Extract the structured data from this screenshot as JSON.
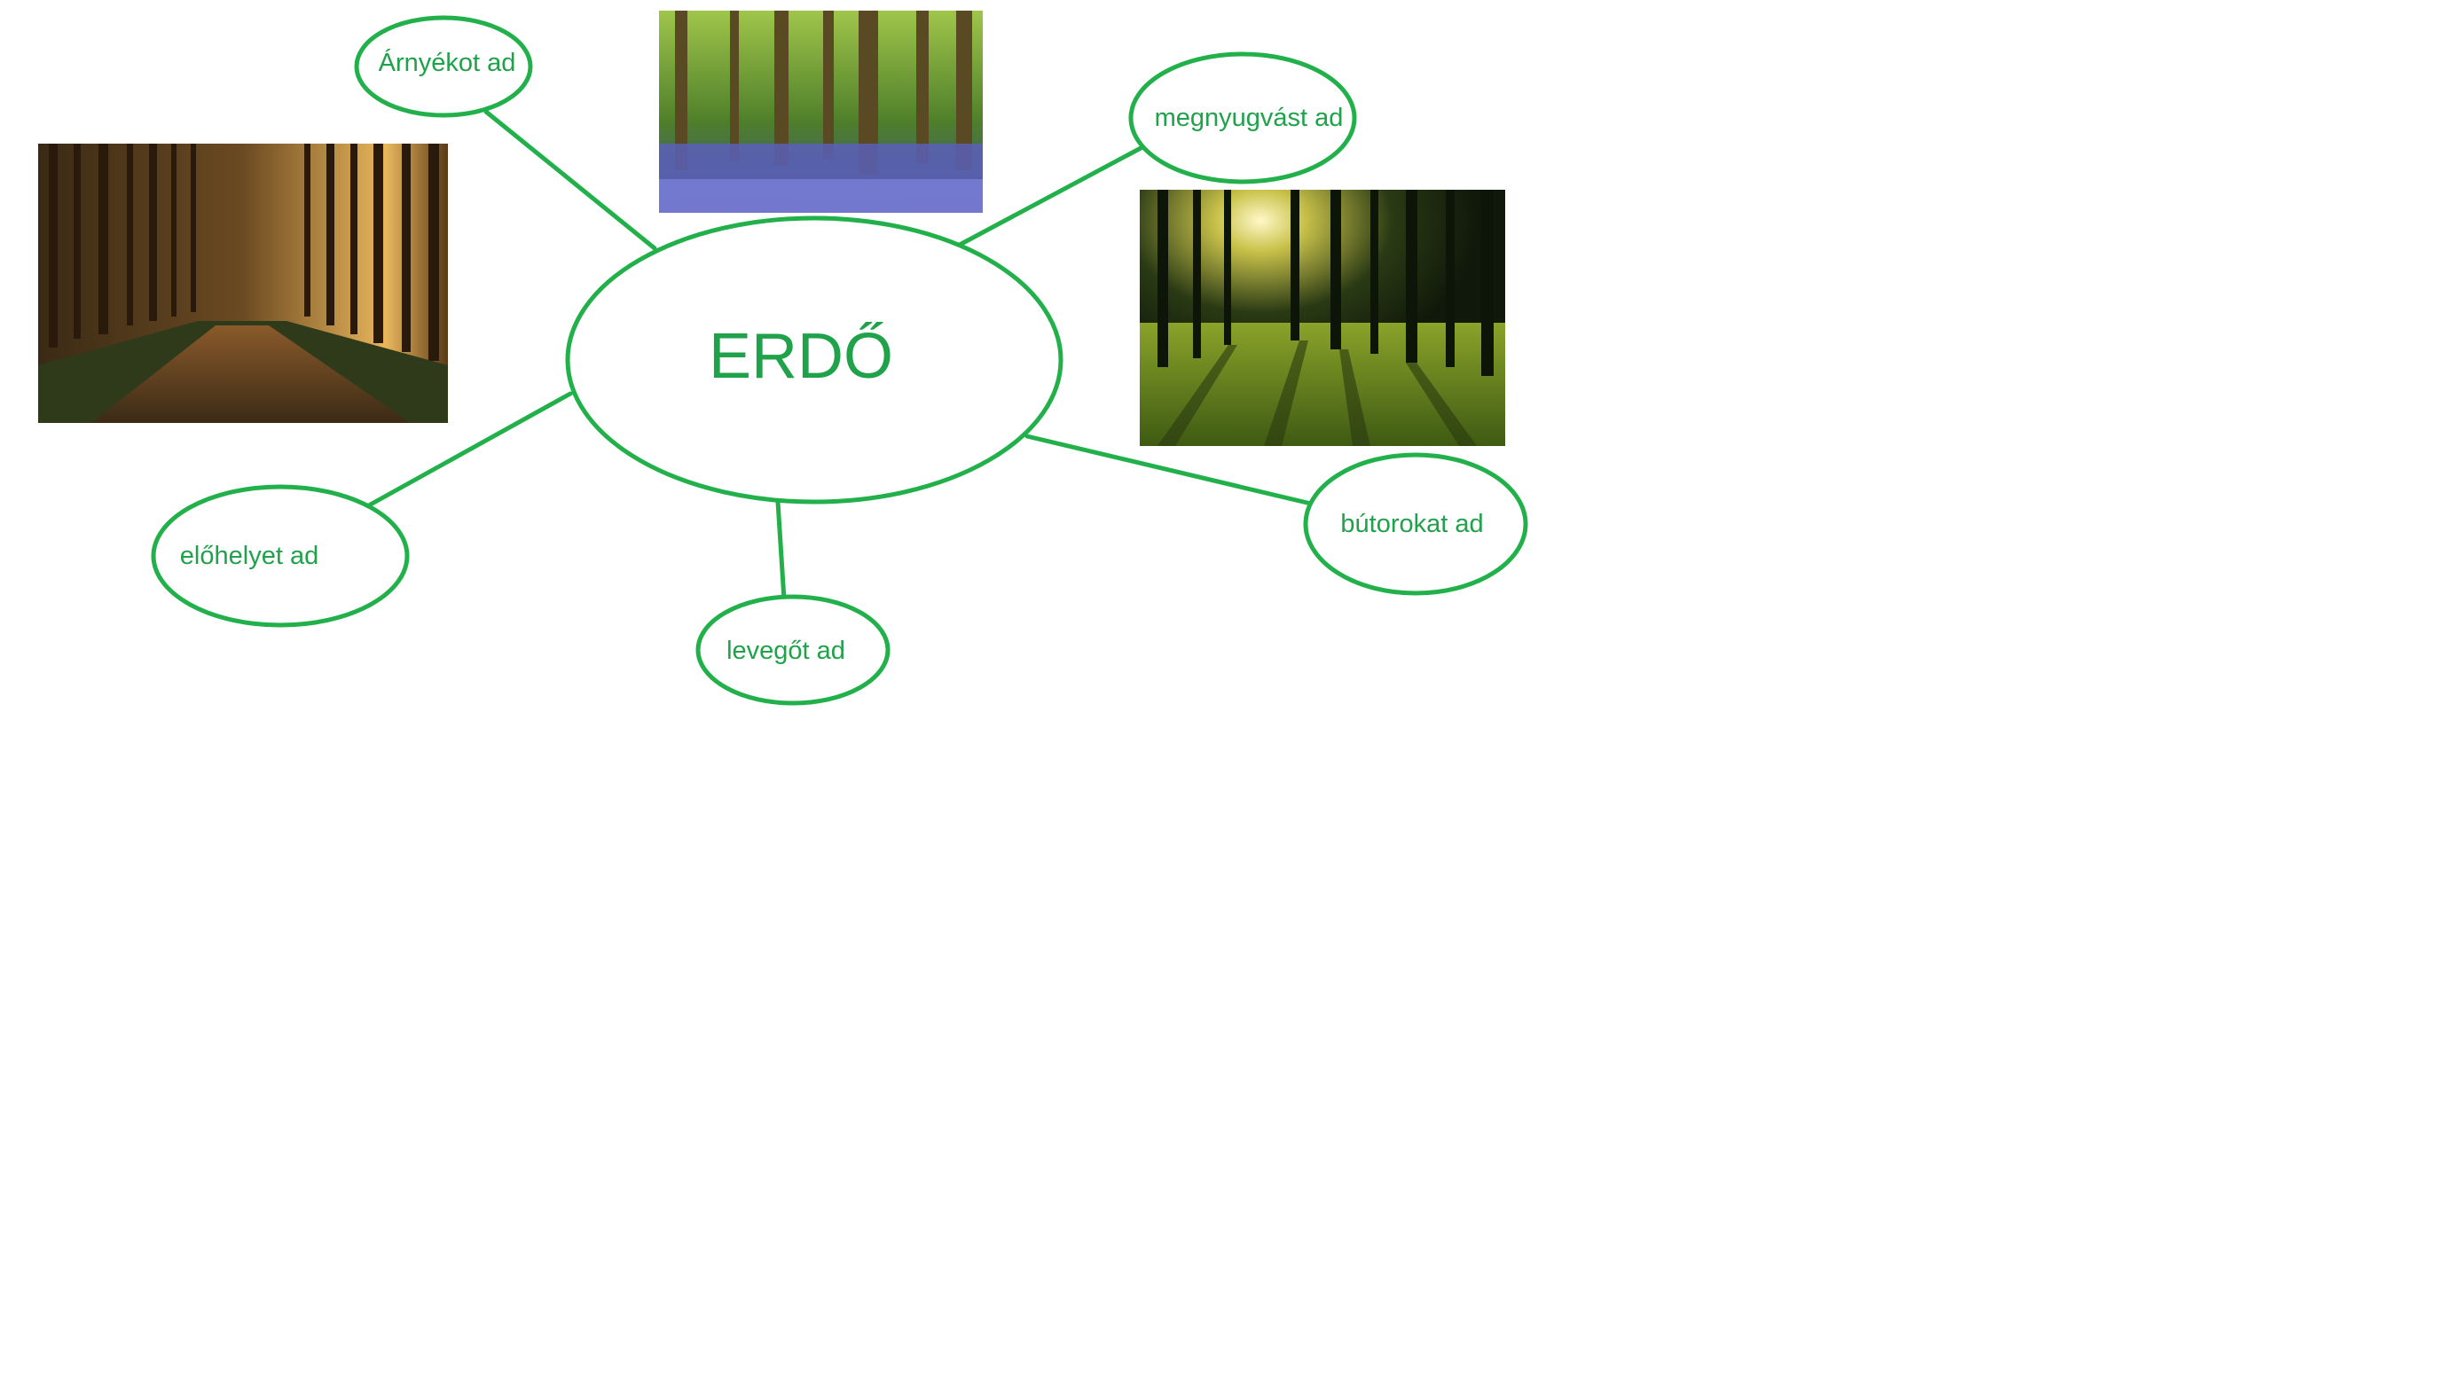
{
  "mindmap": {
    "center": {
      "label": "ERDŐ"
    },
    "branches": [
      {
        "id": "arnyekot",
        "label": "Árnyékot ad"
      },
      {
        "id": "megnyugvast",
        "label": "megnyugvást ad"
      },
      {
        "id": "butorokat",
        "label": "bútorokat ad"
      },
      {
        "id": "levegot",
        "label": "levegőt ad"
      },
      {
        "id": "elohelyet",
        "label": "előhelyet ad"
      }
    ],
    "line_color": "#22b04a",
    "text_color": "#1fa24a"
  },
  "photos": [
    {
      "id": "forest-path",
      "subject": "forest-path-photo"
    },
    {
      "id": "bluebell-forest",
      "subject": "bluebell-forest-photo"
    },
    {
      "id": "sunlit-forest",
      "subject": "sunlit-forest-photo"
    }
  ]
}
